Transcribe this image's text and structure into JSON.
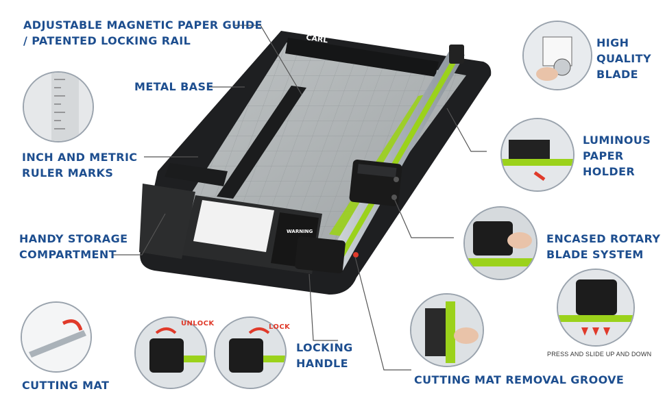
{
  "labels": {
    "paper_guide_1": "ADJUSTABLE MAGNETIC PAPER GUIDE",
    "paper_guide_2": "/ PATENTED LOCKING RAIL",
    "metal_base": "METAL BASE",
    "ruler_1": "INCH AND METRIC",
    "ruler_2": "RULER MARKS",
    "storage_1": "HANDY STORAGE",
    "storage_2": "COMPARTMENT",
    "cutting_mat": "CUTTING MAT",
    "locking_1": "LOCKING",
    "locking_2": "HANDLE",
    "groove": "CUTTING MAT REMOVAL GROOVE",
    "blade_1": "HIGH",
    "blade_2": "QUALITY",
    "blade_3": "BLADE",
    "holder_1": "LUMINOUS",
    "holder_2": "PAPER",
    "holder_3": "HOLDER",
    "rotary_1": "ENCASED ROTARY",
    "rotary_2": "BLADE SYSTEM",
    "press_caption": "PRESS AND SLIDE UP AND DOWN",
    "unlock": "UNLOCK",
    "lock": "LOCK"
  },
  "brand": {
    "logo_text": "CARL",
    "warning_text": "WARNING"
  },
  "colors": {
    "label_blue": "#1d4e8f",
    "lime_green": "#9bd21b",
    "body_black": "#1e1f21",
    "rail_silver": "#b8bfc6",
    "arrow_red": "#e03a2a"
  },
  "icons": {
    "red_arrow": "curved-red-arrow-icon"
  }
}
